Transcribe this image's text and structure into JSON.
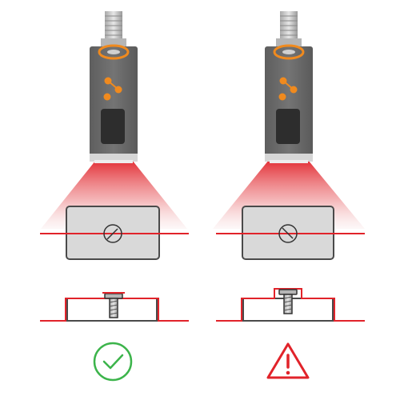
{
  "colors": {
    "red": "#e1232a",
    "orange": "#f08a1e",
    "green": "#3cb44b",
    "sensor_body": "#6e6e6e",
    "sensor_dark": "#585858",
    "connector": "#c9c9c9",
    "window": "#2d2d2d",
    "plate_fill": "#d9d9d9",
    "plate_stroke": "#4a4a4a"
  },
  "panels": [
    {
      "id": "left",
      "status_icon": "check-circle-icon",
      "screw_position": "flush"
    },
    {
      "id": "right",
      "status_icon": "warning-triangle-icon",
      "screw_position": "raised"
    }
  ]
}
